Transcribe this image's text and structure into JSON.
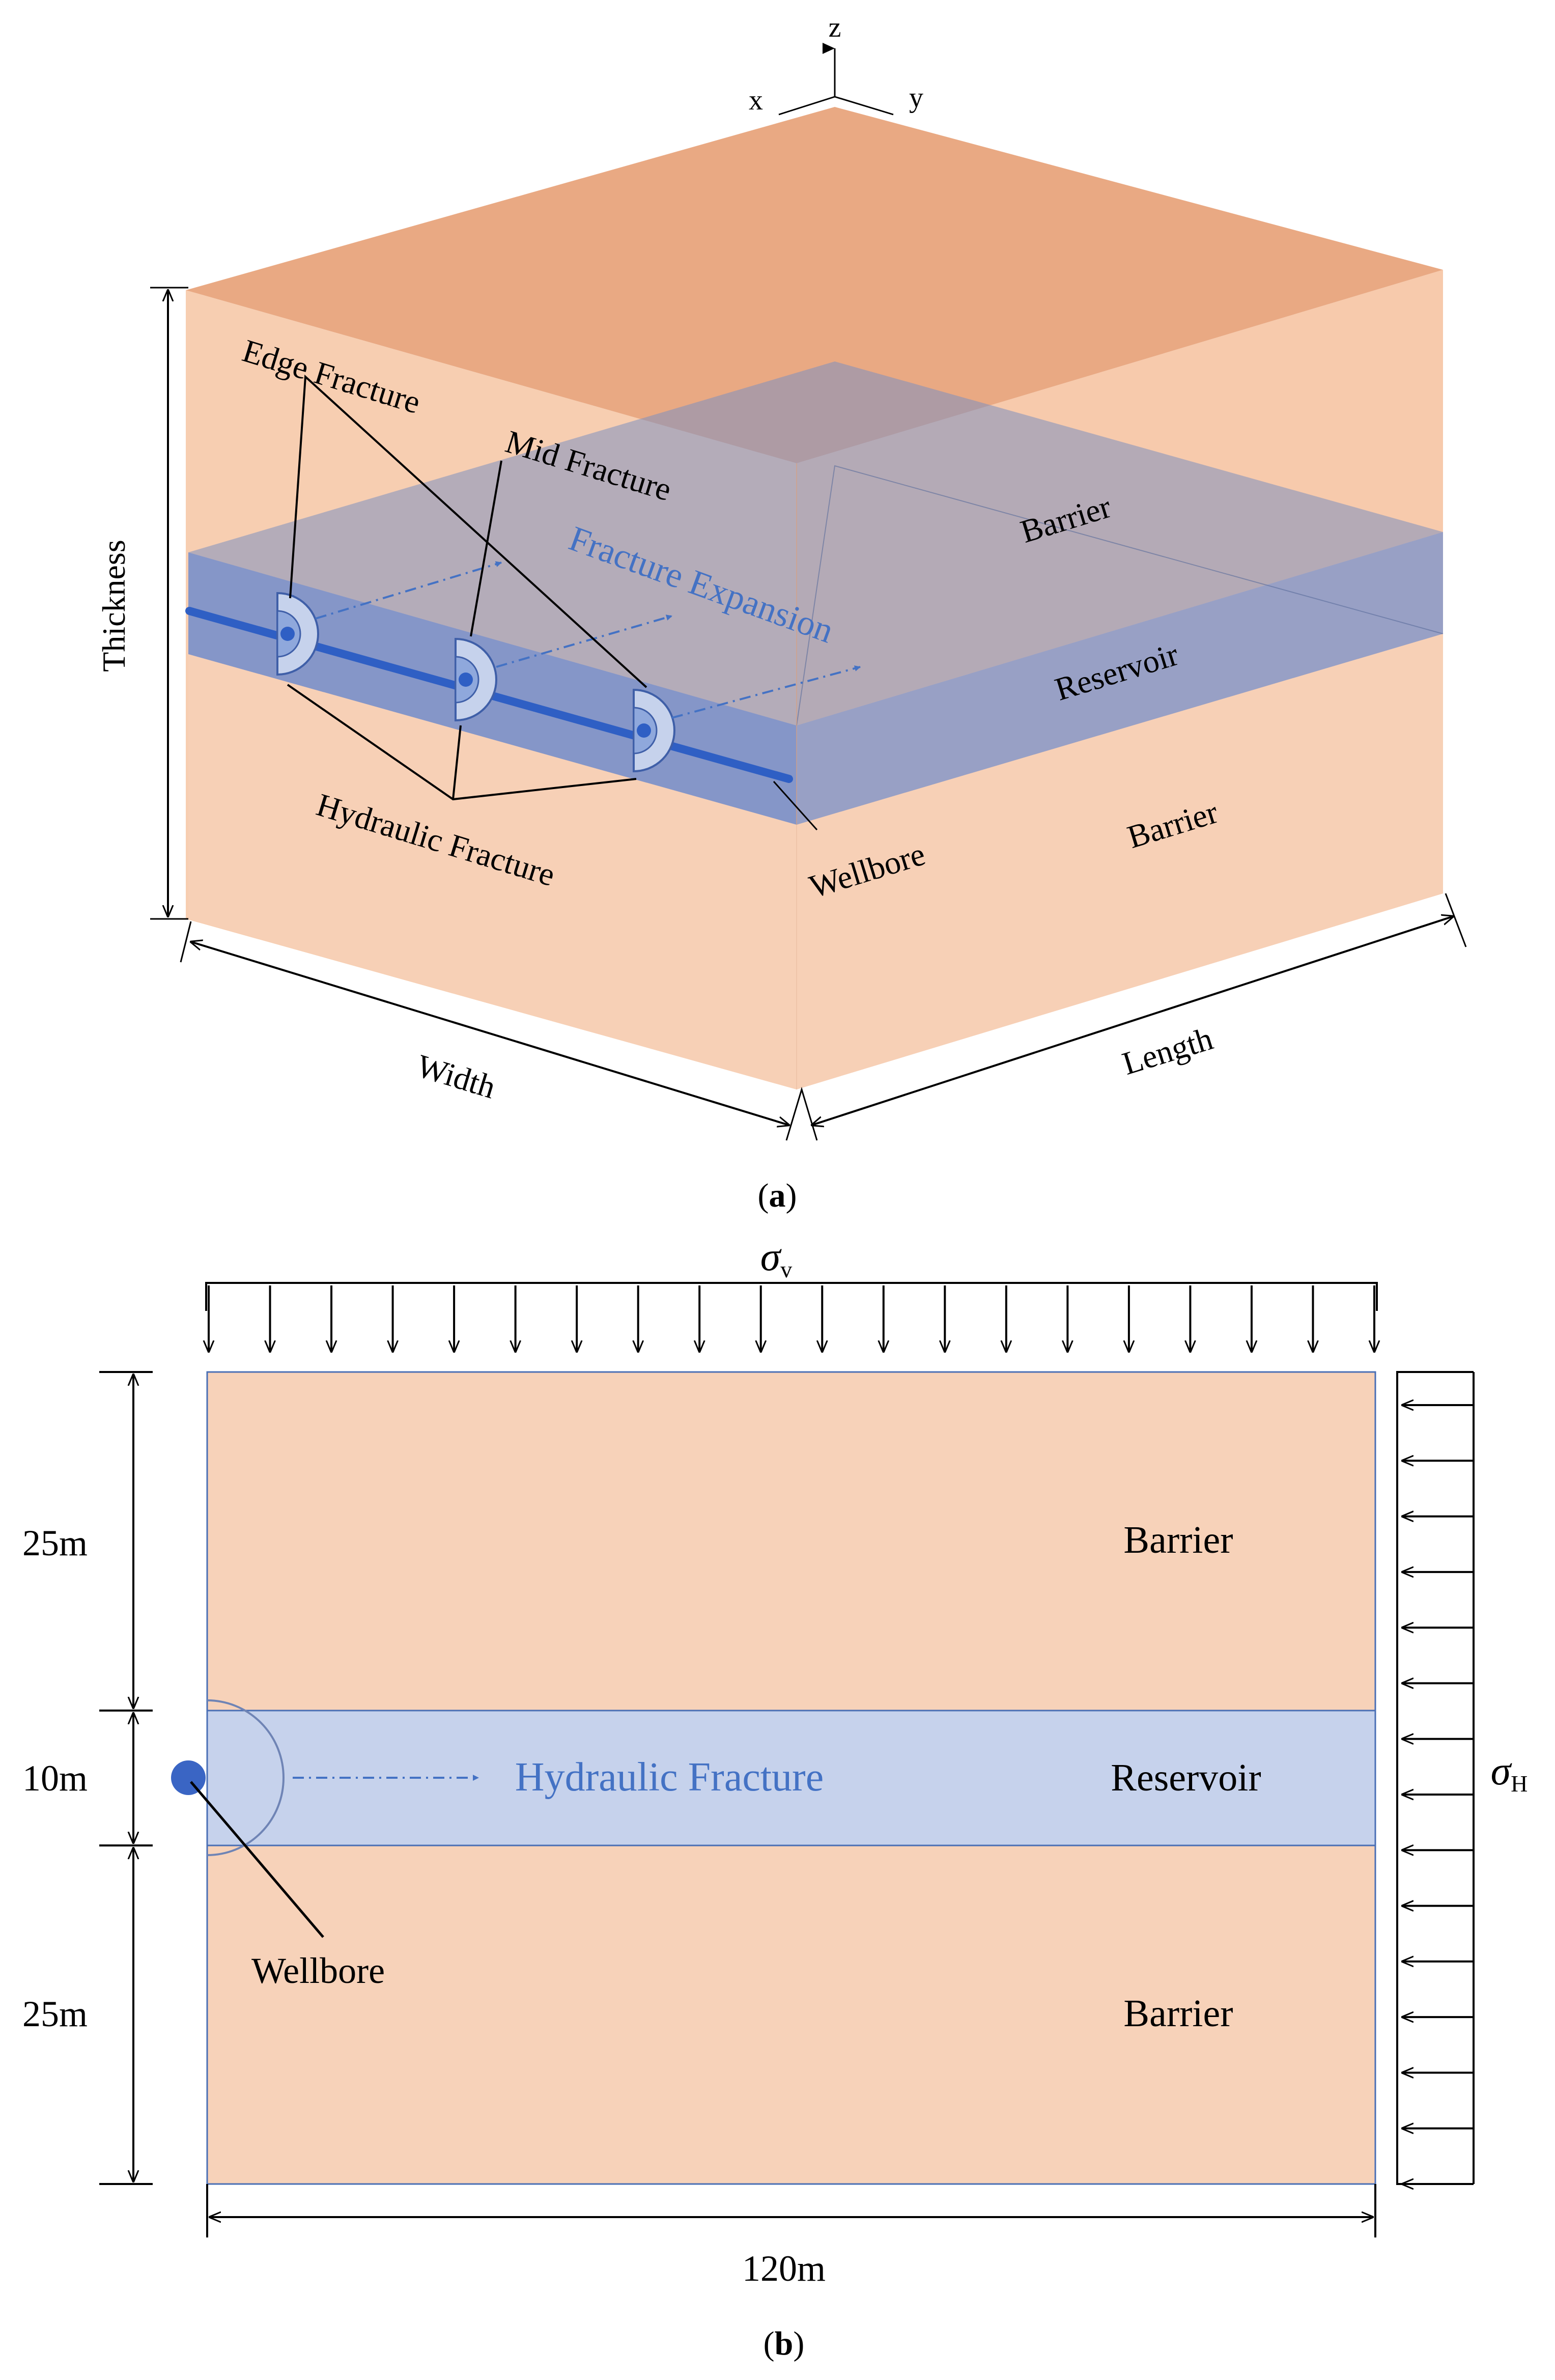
{
  "panel_a": {
    "axes": {
      "z": "z",
      "x": "x",
      "y": "y"
    },
    "labels": {
      "edge_fracture": "Edge Fracture",
      "mid_fracture": "Mid Fracture",
      "fracture_expansion": "Fracture Expansion",
      "barrier_top": "Barrier",
      "reservoir": "Reservoir",
      "barrier_bottom": "Barrier",
      "wellbore": "Wellbore",
      "hydraulic_fracture": "Hydraulic Fracture",
      "thickness": "Thickness",
      "width": "Width",
      "length": "Length"
    },
    "caption": {
      "open": "(",
      "letter": "a",
      "close": ")"
    }
  },
  "panel_b": {
    "sigma_v": {
      "symbol": "σ",
      "sub": "v"
    },
    "sigma_h": {
      "symbol": "σ",
      "sub": "H"
    },
    "dimensions": {
      "top": "25m",
      "middle": "10m",
      "bottom": "25m",
      "width": "120m"
    },
    "layers": {
      "barrier_top": "Barrier",
      "reservoir": "Reservoir",
      "barrier_bottom": "Barrier"
    },
    "hydraulic_fracture": "Hydraulic Fracture",
    "wellbore": "Wellbore",
    "caption": {
      "open": "(",
      "letter": "b",
      "close": ")"
    }
  },
  "colors": {
    "barrier": "#f7d2b9",
    "barrier_top_face": "#e9a983",
    "reservoir": "#c6d2ec",
    "reservoir_3d": "#6f8fd0",
    "wellbore": "#2f5fc4",
    "fracture_text": "#4472c4",
    "outline": "#000000"
  }
}
